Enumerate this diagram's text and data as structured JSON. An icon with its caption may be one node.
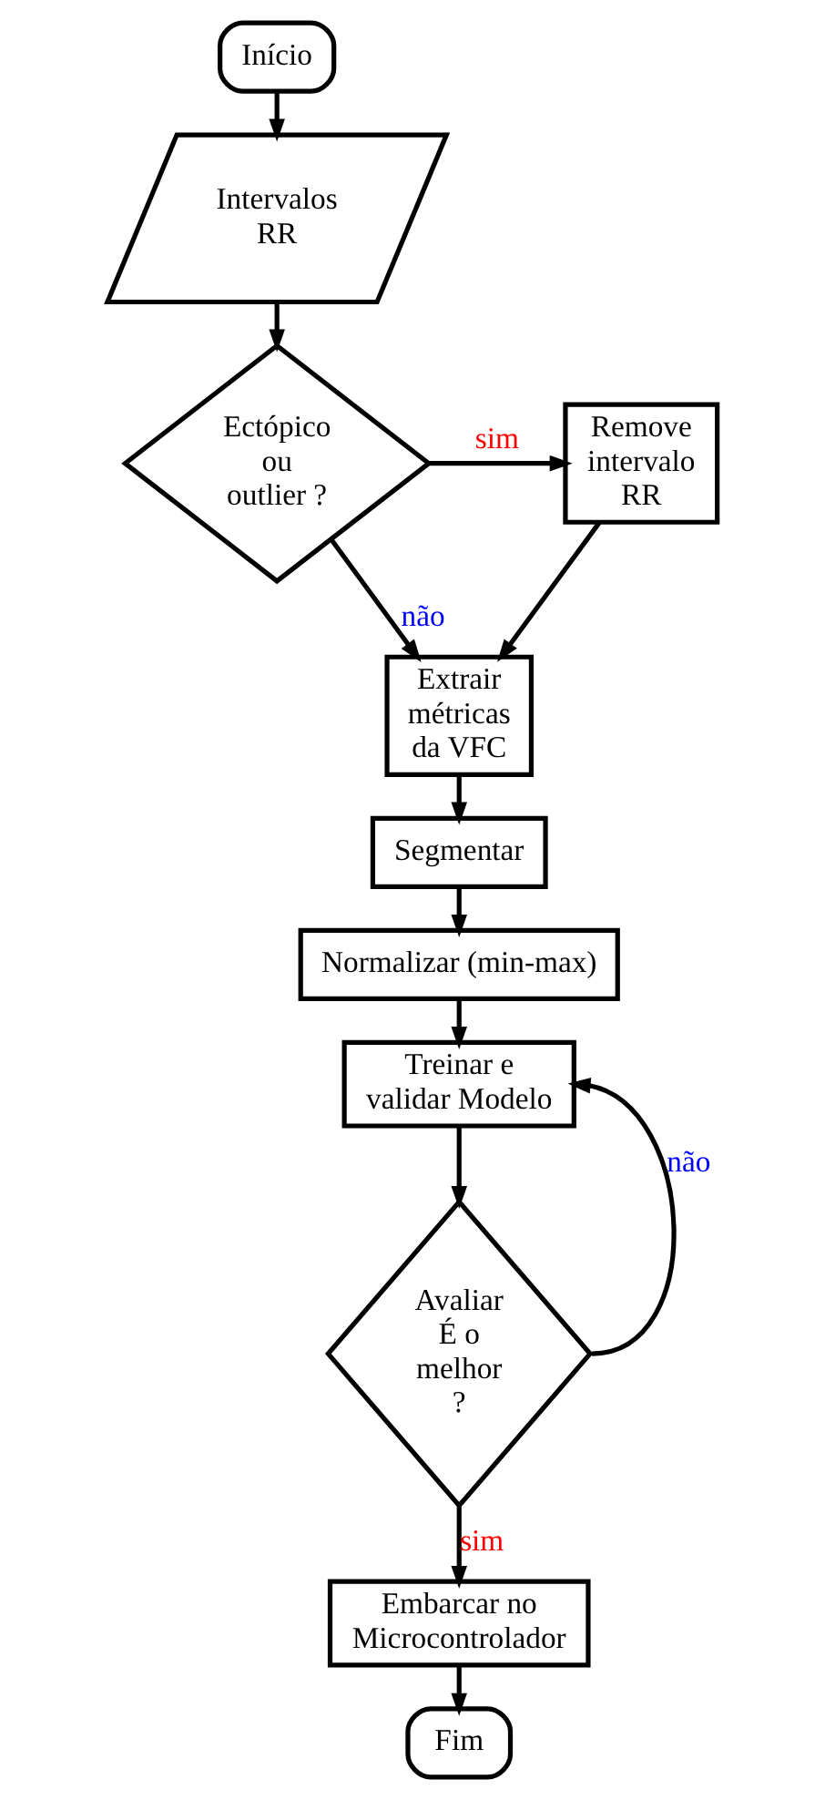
{
  "diagram": {
    "nodes": [
      {
        "text": [
          "Início"
        ]
      },
      {
        "text": [
          "Intervalos RR"
        ]
      },
      {
        "text": [
          "Ectópico ou outlier ?"
        ]
      },
      {
        "text": [
          "Remove intervalo RR"
        ]
      },
      {
        "text": [
          "Extrair métricas da VFC"
        ]
      },
      {
        "text": [
          "Segmentar"
        ]
      },
      {
        "text": [
          "Normalizar (min-max)"
        ]
      },
      {
        "text": [
          "Treinar e validar Modelo"
        ]
      },
      {
        "text": [
          "Avaliar É o melhor ?"
        ]
      },
      {
        "text": [
          "Embarcar no Microcontrolador"
        ]
      },
      {
        "text": [
          "Fim"
        ]
      }
    ],
    "edges": [
      {
        "from": 0,
        "to": 1,
        "arrow": "to"
      },
      {
        "from": 1,
        "to": 2,
        "arrow": "to"
      },
      {
        "from": 2,
        "to": 3,
        "arrow": "to",
        "label": "sim"
      },
      {
        "from": 2,
        "to": 4,
        "arrow": "to",
        "label": "não"
      },
      {
        "from": 3,
        "to": 4,
        "arrow": "to"
      },
      {
        "from": 4,
        "to": 5,
        "arrow": "to"
      },
      {
        "from": 5,
        "to": 6,
        "arrow": "to"
      },
      {
        "from": 6,
        "to": 7,
        "arrow": "to"
      },
      {
        "from": 7,
        "to": 8,
        "arrow": "to"
      },
      {
        "from": 8,
        "to": 7,
        "arrow": "to",
        "label": "não"
      },
      {
        "from": 8,
        "to": 9,
        "arrow": "to",
        "label": "sim"
      },
      {
        "from": 9,
        "to": 10,
        "arrow": "to"
      }
    ]
  }
}
